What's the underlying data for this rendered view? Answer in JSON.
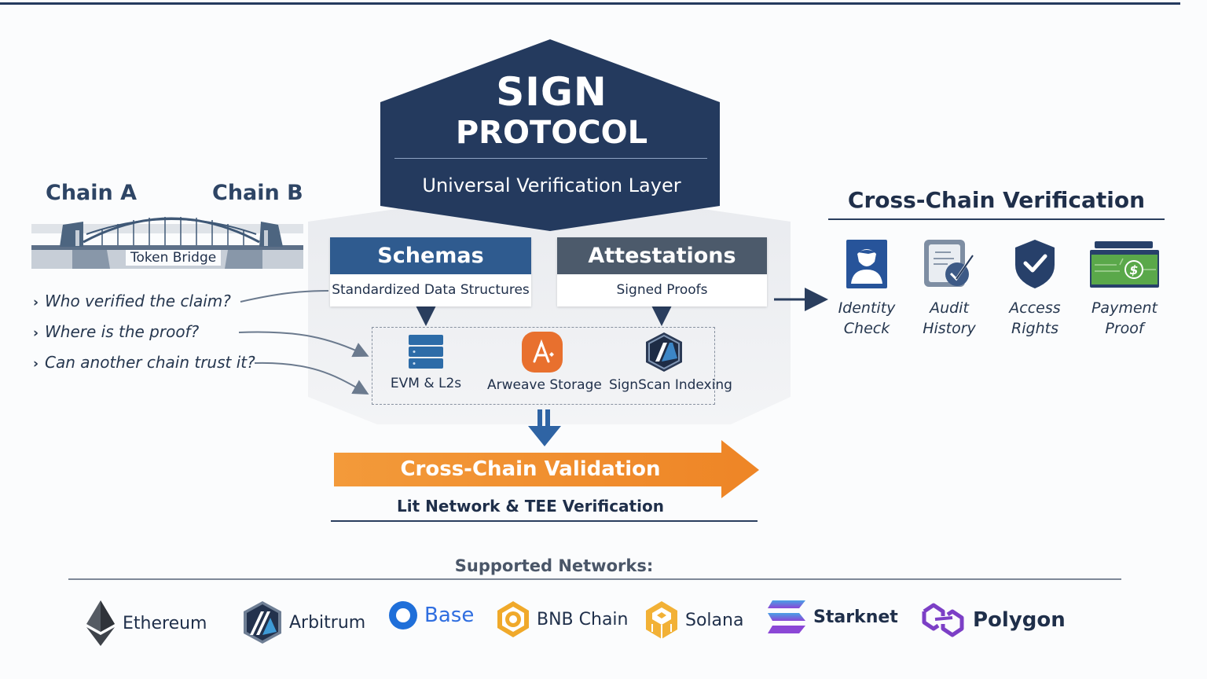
{
  "header": {
    "title_line1": "SIGN",
    "title_line2": "PROTOCOL",
    "subtitle": "Universal Verification Layer"
  },
  "bridge": {
    "chain_a": "Chain A",
    "chain_b": "Chain B",
    "label": "Token Bridge"
  },
  "questions": [
    {
      "chevron": "›",
      "text": "Who verified the claim?"
    },
    {
      "chevron": "›",
      "text": "Where is the proof?"
    },
    {
      "chevron": "›",
      "text": "Can another chain trust it?"
    }
  ],
  "cards": {
    "schemas": {
      "title": "Schemas",
      "body": "Standardized Data Structures",
      "color": "#2f5b8f"
    },
    "attestations": {
      "title": "Attestations",
      "body": "Signed Proofs",
      "color": "#4c5a6b"
    }
  },
  "storage": [
    {
      "label": "EVM & L2s",
      "icon": "server-stack-icon"
    },
    {
      "label": "Arweave Storage",
      "icon": "arweave-icon"
    },
    {
      "label": "SignScan Indexing",
      "icon": "signscan-hex-icon"
    }
  ],
  "validation": {
    "title": "Cross-Chain Validation",
    "subtitle": "Lit Network & TEE Verification",
    "color": "#f08a28"
  },
  "cross_chain_verification": {
    "title": "Cross-Chain Verification",
    "items": [
      {
        "line1": "Identity",
        "line2": "Check",
        "icon": "identity-card-icon"
      },
      {
        "line1": "Audit",
        "line2": "History",
        "icon": "document-check-icon"
      },
      {
        "line1": "Access",
        "line2": "Rights",
        "icon": "shield-check-icon"
      },
      {
        "line1": "Payment",
        "line2": "Proof",
        "icon": "money-bill-icon"
      }
    ]
  },
  "networks": {
    "title": "Supported Networks:",
    "items": [
      {
        "name": "Ethereum",
        "icon": "ethereum-icon"
      },
      {
        "name": "Arbitrum",
        "icon": "arbitrum-icon"
      },
      {
        "name": "Base",
        "icon": "base-icon"
      },
      {
        "name": "BNB Chain",
        "icon": "bnb-icon"
      },
      {
        "name": "Solana",
        "icon": "solana-icon"
      },
      {
        "name": "Starknet",
        "icon": "starknet-icon"
      },
      {
        "name": "Polygon",
        "icon": "polygon-icon"
      }
    ]
  },
  "colors": {
    "navy": "#243a5e",
    "orange": "#f08a28",
    "panel_gray": "#e6e8ec"
  }
}
